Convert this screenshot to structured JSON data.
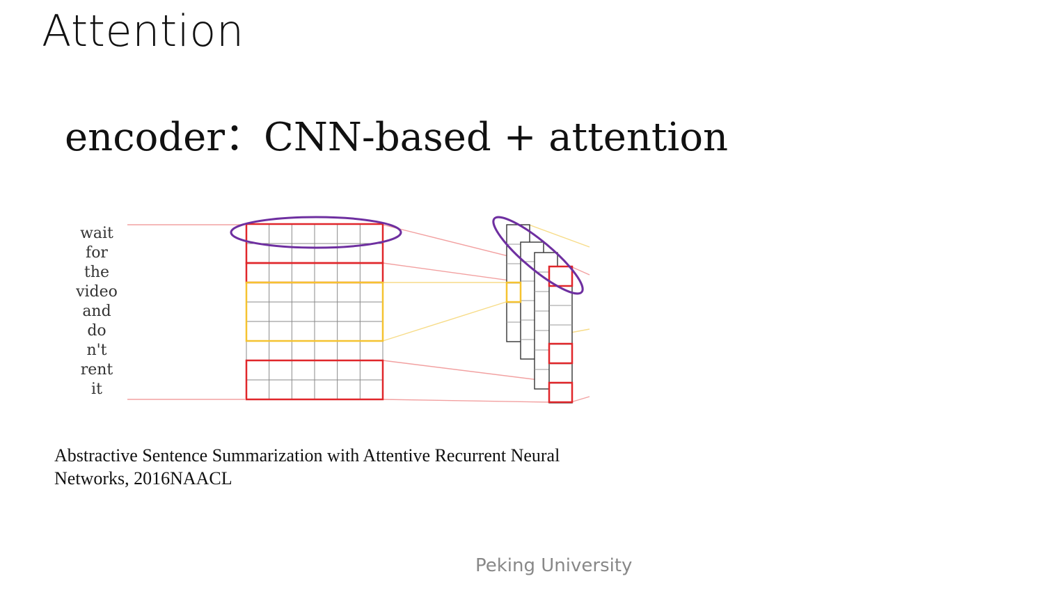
{
  "slide": {
    "title": "Attention",
    "subtitle": "encoder：CNN-based + attention",
    "citation_line1": "Abstractive Sentence Summarization with Attentive Recurrent Neural",
    "citation_line2": "Networks,   2016NAACL",
    "footer": "Peking University"
  },
  "diagram": {
    "words": [
      "wait",
      "for",
      "the",
      "video",
      "and",
      "do",
      "n't",
      "rent",
      "it"
    ],
    "colors": {
      "red": "#e0262a",
      "yellow": "#f5c330",
      "purple": "#6e2fa0",
      "grid": "#888888",
      "link_red": "#f2a0a0",
      "link_yellow": "#f7dc88"
    }
  }
}
